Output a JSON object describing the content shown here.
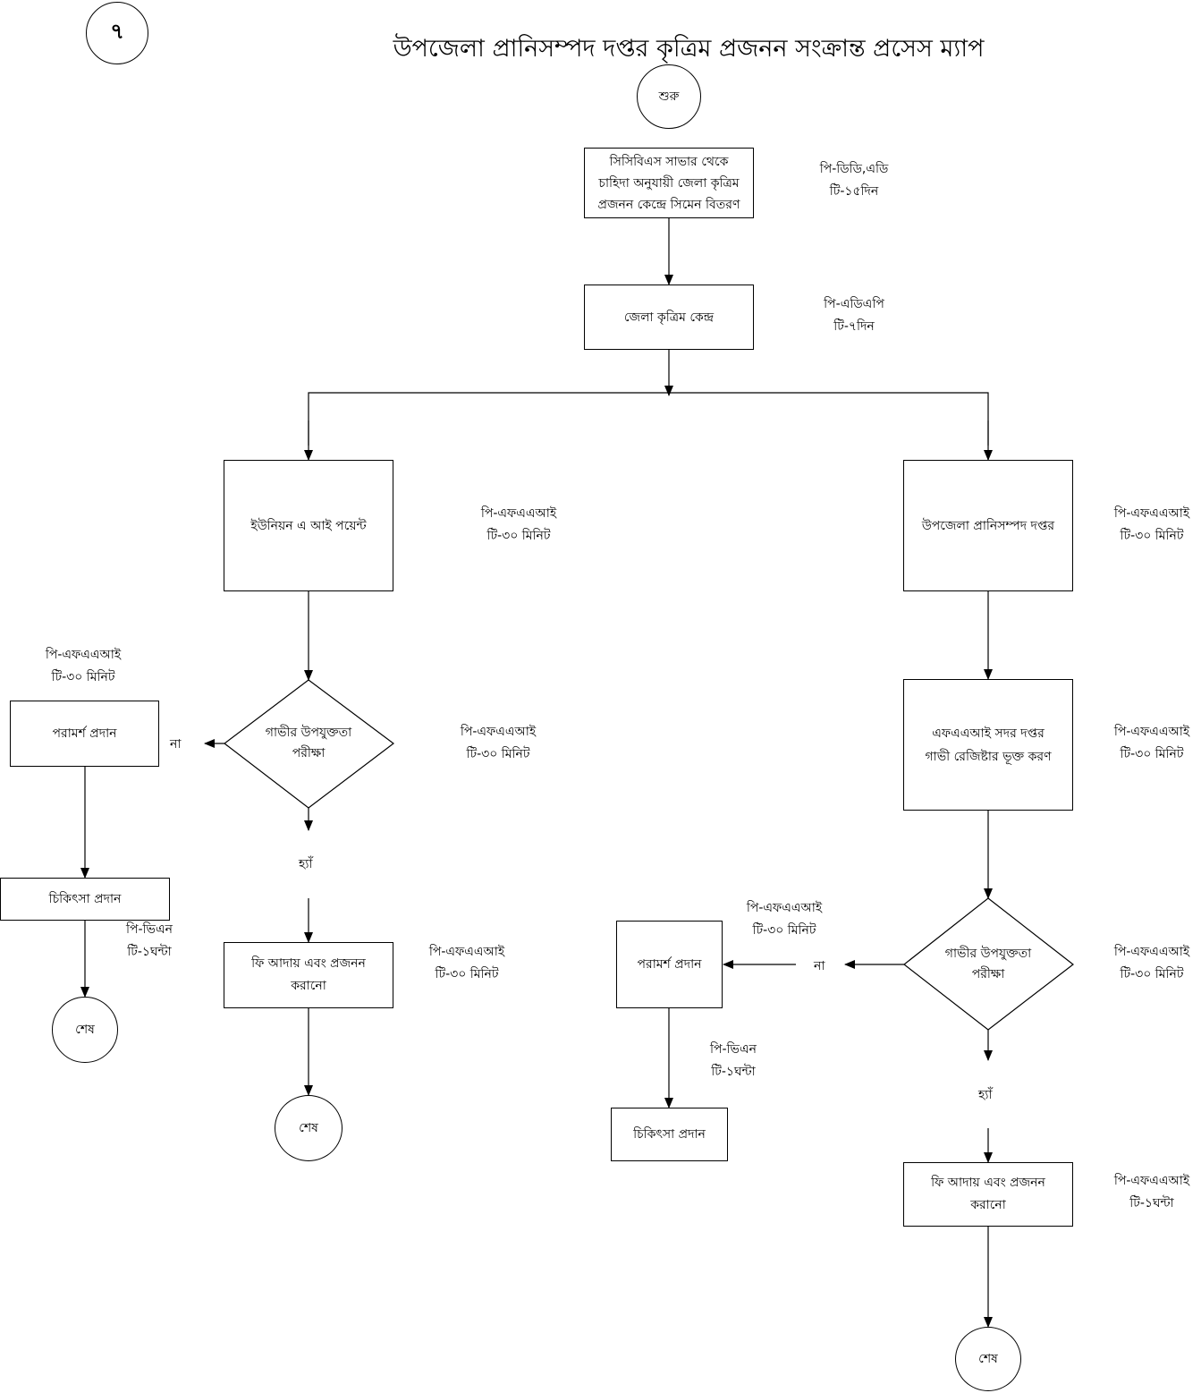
{
  "page_number": "৭",
  "title": "উপজেলা প্রানিসম্পদ দপ্তর কৃত্রিম প্রজনন সংক্রান্ত প্রসেস ম্যাপ",
  "start": "শুরু",
  "nodes": {
    "distribution": [
      "সিসিবিএস সাভার থেকে",
      "চাহিদা অনুযায়ী জেলা কৃত্রিম",
      "প্রজনন কেন্দ্রে সিমেন বিতরণ"
    ],
    "district_center": "জেলা কৃত্রিম কেন্দ্র",
    "union_ai_point": "ইউনিয়ন এ আই পয়েন্ট",
    "upazila_office": "উপজেলা প্রানিসম্পদ দপ্তর",
    "fai_register": [
      "এফএএআই সদর দপ্তর",
      "গাভী রেজিষ্টার ভূক্ত করণ"
    ],
    "left_decision": [
      "গাভীর উপযুক্ততা",
      "পরীক্ষা"
    ],
    "right_decision": [
      "গাভীর উপযুক্ততা",
      "পরীক্ষা"
    ],
    "left_counsel": "পরামর্শ প্রদান",
    "left_treatment": "চিকিৎসা প্রদান",
    "left_fee": [
      "ফি আদায় এবং প্রজনন",
      "করানো"
    ],
    "mid_counsel": "পরামর্শ প্রদান",
    "mid_treatment": "চিকিৎসা প্রদান",
    "right_fee": [
      "ফি আদায় এবং প্রজনন",
      "করানো"
    ],
    "end_left": "শেষ",
    "end_mid": "শেষ",
    "end_right": "শেষ"
  },
  "labels": {
    "no_left": "না",
    "no_right": "না",
    "yes_left": "হ্যাঁ",
    "yes_right": "হ্যাঁ"
  },
  "notes": {
    "distribution": [
      "পি-ডিডি,এডি",
      "টি-১৫দিন"
    ],
    "district_center": [
      "পি-এডিএপি",
      "টি-৭দিন"
    ],
    "union_ai_point": [
      "পি-এফএএআই",
      "টি-৩০ মিনিট"
    ],
    "upazila_office": [
      "পি-এফএএআই",
      "টি-৩০ মিনিট"
    ],
    "left_counsel": [
      "পি-এফএএআই",
      "টি-৩০ মিনিট"
    ],
    "left_decision": [
      "পি-এফএএআই",
      "টি-৩০ মিনিট"
    ],
    "fai_register": [
      "পি-এফএএআই",
      "টি-৩০ মিনিট"
    ],
    "left_treatment": [
      "পি-ভিএন",
      "টি-১ঘন্টা"
    ],
    "left_fee": [
      "পি-এফএএআই",
      "টি-৩০ মিনিট"
    ],
    "mid_counsel": [
      "পি-এফএএআই",
      "টি-৩০ মিনিট"
    ],
    "right_decision": [
      "পি-এফএএআই",
      "টি-৩০ মিনিট"
    ],
    "mid_treatment": [
      "পি-ভিএন",
      "টি-১ঘন্টা"
    ],
    "right_fee": [
      "পি-এফএএআই",
      "টি-১ঘন্টা"
    ]
  }
}
